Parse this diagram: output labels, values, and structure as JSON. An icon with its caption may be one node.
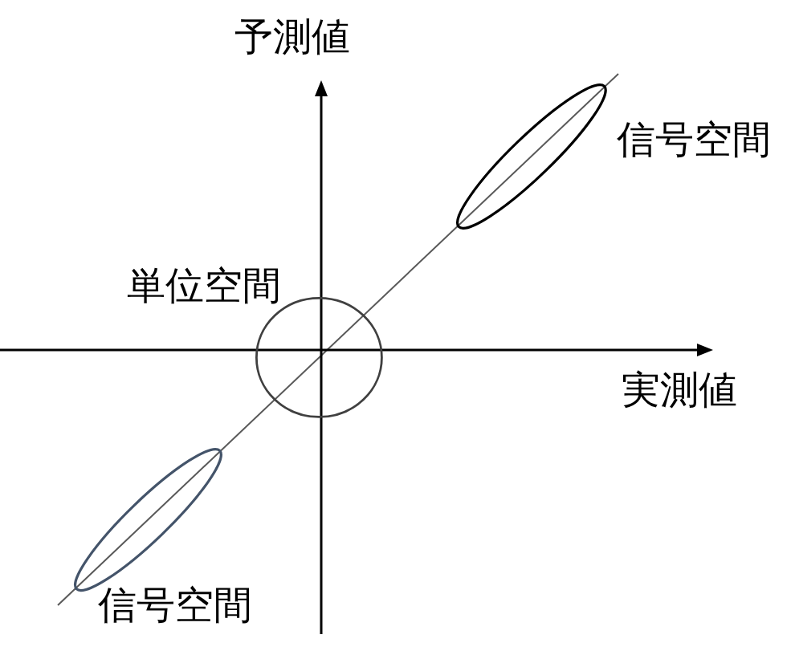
{
  "diagram": {
    "nodes": [
      {
        "text": [],
        "shape": "ellipse",
        "beside": [
          "信号空間"
        ]
      },
      {
        "text": [],
        "shape": "circle",
        "beside": [
          "単位空間"
        ]
      },
      {
        "text": [],
        "shape": "ellipse",
        "beside": [
          "信号空間"
        ]
      }
    ],
    "labels": [
      "予測値",
      "実測値"
    ]
  }
}
